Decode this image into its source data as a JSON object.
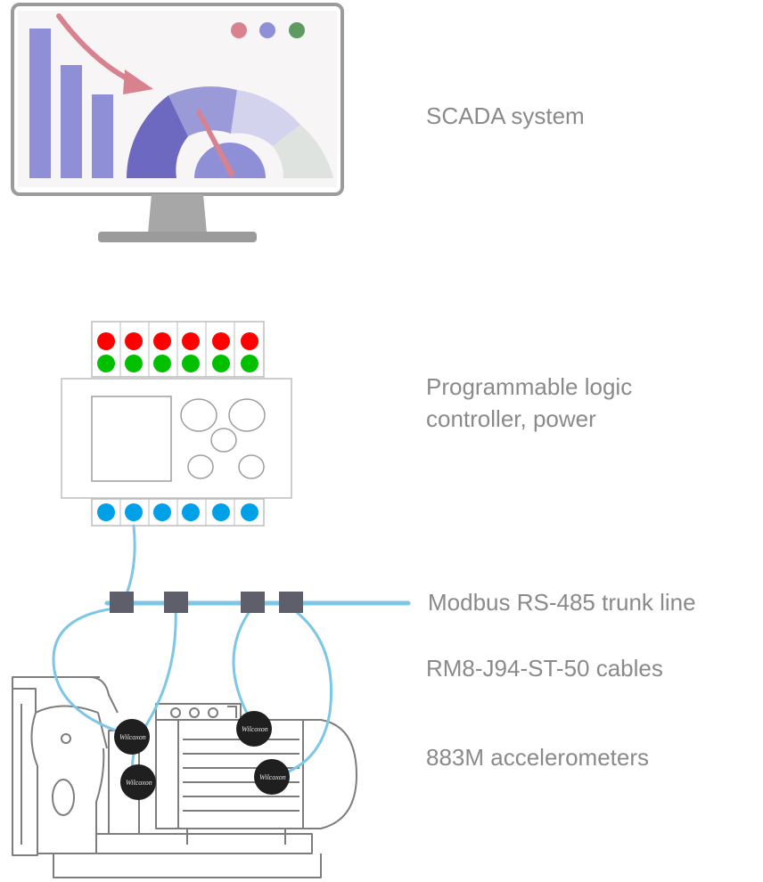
{
  "labels": {
    "scada": "SCADA system",
    "plc_line1": "Programmable logic",
    "plc_line2": "controller, power",
    "trunk": "Modbus RS-485 trunk line",
    "cables": "RM8-J94-ST-50 cables",
    "accelerometers": "883M accelerometers"
  },
  "sensor_brand": "Wilcoxon",
  "icons": {
    "monitor": "scada-monitor-icon",
    "plc": "plc-module-icon",
    "pump": "pump-motor-icon",
    "sensor": "accelerometer-icon"
  },
  "colors": {
    "label_text": "#8a8a8a",
    "cable": "#7cc6e6",
    "tap": "#5f5f6b",
    "led_red": "#ff0000",
    "led_green": "#00c000",
    "led_blue": "#00a0e8",
    "monitor_frame": "#9b9b9b",
    "chart_purple": "#8e8fd6",
    "arrow_pink": "#d9828f",
    "gauge_dark": "#6d68c0",
    "gauge_mid": "#9a9ad8",
    "gauge_light": "#d4d3ee",
    "gauge_grey": "#dfe3df",
    "dot_green": "#5f9a62"
  }
}
